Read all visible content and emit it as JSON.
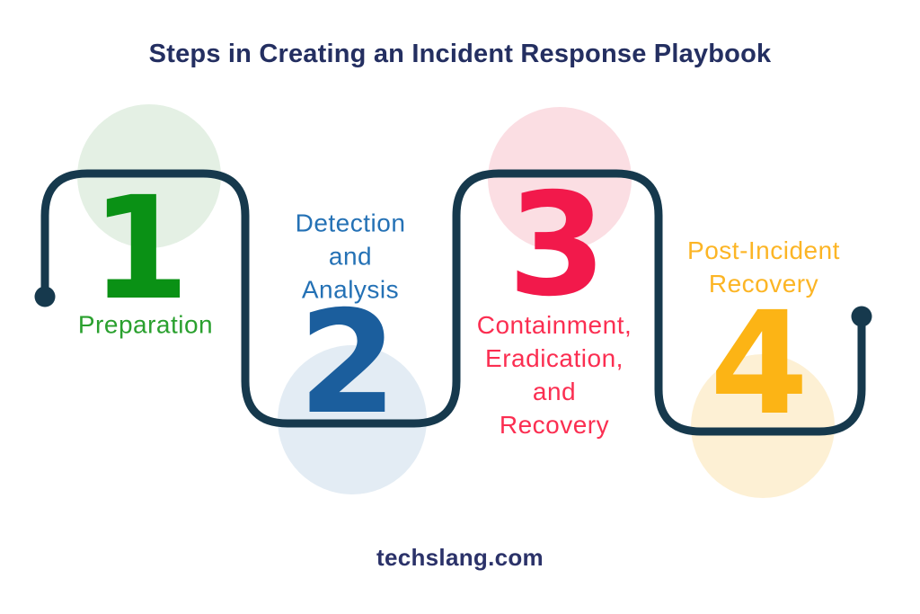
{
  "title": "Steps in Creating an Incident Response Playbook",
  "title_color": "#242f61",
  "footer": "techslang.com",
  "footer_color": "#2b3269",
  "path_line": {
    "color": "#16394d"
  },
  "steps": [
    {
      "number": "1",
      "label": "Preparation",
      "number_color": "#0a9115",
      "label_color": "#2aa02e",
      "tint": "#e4f0e4"
    },
    {
      "number": "2",
      "label": "Detection\nand\nAnalysis",
      "number_color": "#1b5e9d",
      "label_color": "#2471b5",
      "tint": "#e3ecf4"
    },
    {
      "number": "3",
      "label": "Containment,\nEradication,\nand\nRecovery",
      "number_color": "#f2194b",
      "label_color": "#fb2e51",
      "tint": "#fbdee3"
    },
    {
      "number": "4",
      "label": "Post-Incident\nRecovery",
      "number_color": "#fcb415",
      "label_color": "#fcb525",
      "tint": "#fdf0d4"
    }
  ]
}
